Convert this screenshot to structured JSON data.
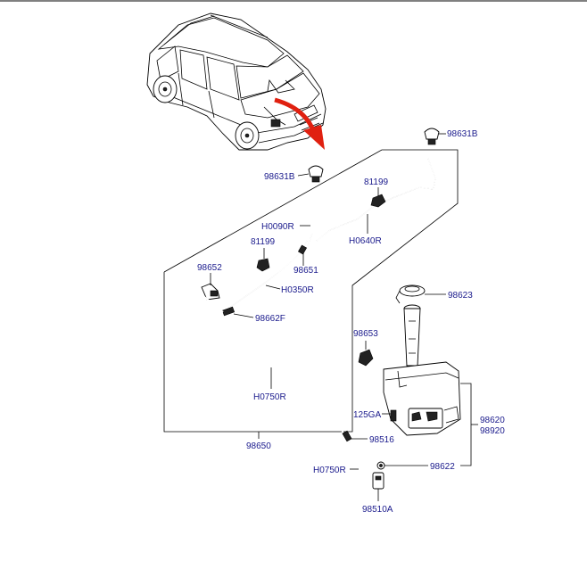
{
  "parts": {
    "nozzle_top": "98631B",
    "nozzle_left": "98631B",
    "clip_upper": "81199",
    "clip_lower": "81199",
    "hose_h0090r": "H0090R",
    "hose_h0640r": "H0640R",
    "connector_98651": "98651",
    "nozzle_98652": "98652",
    "hose_h0350r": "H0350R",
    "fitting_98662f": "98662F",
    "cap_98623": "98623",
    "pump_bracket_98653": "98653",
    "hose_h0750r_main": "H0750R",
    "bolt_125ga": "125GA",
    "reservoir_98620": "98620",
    "reservoir_98920": "98920",
    "hose_assy_98650": "98650",
    "connector_98516": "98516",
    "hose_h0750r_lower": "H0750R",
    "grommet_98622": "98622",
    "pump_98510a": "98510A"
  },
  "colors": {
    "label": "#1a1a8c",
    "arrow": "#e02010",
    "line": "#000000"
  }
}
